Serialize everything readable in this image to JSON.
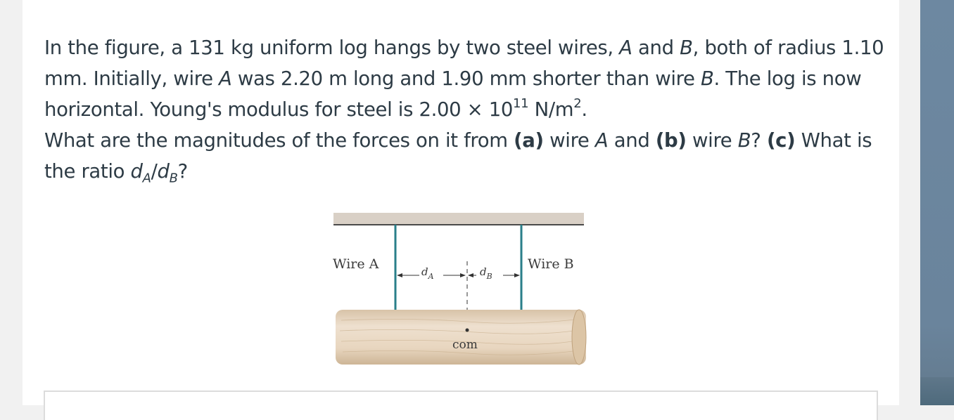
{
  "question": {
    "p1": {
      "t1": "In the figure, a 131 kg uniform log hangs by two steel wires, ",
      "A": "A",
      "t2": " and ",
      "B": "B",
      "t3": ", both of radius 1.10 mm. Initially, wire ",
      "A2": "A",
      "t4": " was 2.20 m long and 1.90 mm shorter than wire ",
      "B2": "B",
      "t5": ". The log is now horizontal. Young's modulus for steel is 2.00 × 10",
      "exp": "11",
      "t6": " N/m",
      "exp2": "2",
      "t7": "."
    },
    "p2": {
      "t1": "What are the magnitudes of the forces on it from ",
      "a": "(a)",
      "t2": " wire ",
      "A": "A",
      "t3": " and ",
      "b": "(b)",
      "t4": " wire ",
      "B": "B",
      "t5": "? ",
      "c": "(c)",
      "t6": " What is the ratio ",
      "d1": "d",
      "s1": "A",
      "slash": "/",
      "d2": "d",
      "s2": "B",
      "t7": "?"
    }
  },
  "figure": {
    "wire_a_label": "Wire A",
    "wire_b_label": "Wire B",
    "dA_label": "d",
    "dA_sub": "A",
    "dB_label": "d",
    "dB_sub": "B",
    "com_label": "com",
    "colors": {
      "ceiling": "#d9d0c6",
      "wire": "#2a7f8a",
      "log": "#e6d3bc"
    }
  }
}
